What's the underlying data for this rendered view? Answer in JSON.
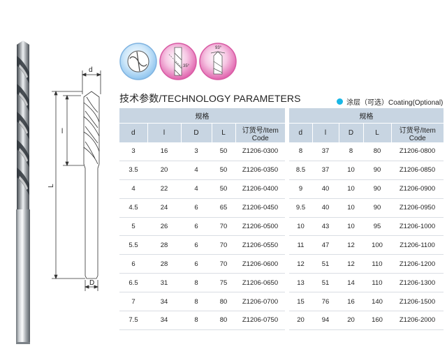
{
  "title": "技术参数/TECHNOLOGY PARAMETERS",
  "coating_note": "涂层（可选）Coating(Optional)",
  "colors": {
    "coating_dot": "#19b7e6",
    "header_bg": "#c8d5e2",
    "icon_blue": "#a9d3f3",
    "icon_pink": "#e96ab4"
  },
  "icons": [
    {
      "name": "cross-section-icon"
    },
    {
      "name": "helix-angle-icon",
      "angle": "35°"
    },
    {
      "name": "point-angle-icon",
      "angle": "93°"
    }
  ],
  "drawing": {
    "labels": {
      "d": "d",
      "l": "l",
      "L": "L",
      "D": "D"
    }
  },
  "table": {
    "group_header": "规格",
    "columns": [
      "d",
      "l",
      "D",
      "L",
      "订货号/Item Code"
    ],
    "left_rows": [
      [
        "3",
        "16",
        "3",
        "50",
        "Z1206-0300"
      ],
      [
        "3.5",
        "20",
        "4",
        "50",
        "Z1206-0350"
      ],
      [
        "4",
        "22",
        "4",
        "50",
        "Z1206-0400"
      ],
      [
        "4.5",
        "24",
        "6",
        "65",
        "Z1206-0450"
      ],
      [
        "5",
        "26",
        "6",
        "70",
        "Z1206-0500"
      ],
      [
        "5.5",
        "28",
        "6",
        "70",
        "Z1206-0550"
      ],
      [
        "6",
        "28",
        "6",
        "70",
        "Z1206-0600"
      ],
      [
        "6.5",
        "31",
        "8",
        "75",
        "Z1206-0650"
      ],
      [
        "7",
        "34",
        "8",
        "80",
        "Z1206-0700"
      ],
      [
        "7.5",
        "34",
        "8",
        "80",
        "Z1206-0750"
      ]
    ],
    "right_rows": [
      [
        "8",
        "37",
        "8",
        "80",
        "Z1206-0800"
      ],
      [
        "8.5",
        "37",
        "10",
        "90",
        "Z1206-0850"
      ],
      [
        "9",
        "40",
        "10",
        "90",
        "Z1206-0900"
      ],
      [
        "9.5",
        "40",
        "10",
        "90",
        "Z1206-0950"
      ],
      [
        "10",
        "43",
        "10",
        "95",
        "Z1206-1000"
      ],
      [
        "11",
        "47",
        "12",
        "100",
        "Z1206-1100"
      ],
      [
        "12",
        "51",
        "12",
        "110",
        "Z1206-1200"
      ],
      [
        "13",
        "51",
        "14",
        "110",
        "Z1206-1300"
      ],
      [
        "15",
        "76",
        "16",
        "140",
        "Z1206-1500"
      ],
      [
        "20",
        "94",
        "20",
        "160",
        "Z1206-2000"
      ]
    ]
  }
}
